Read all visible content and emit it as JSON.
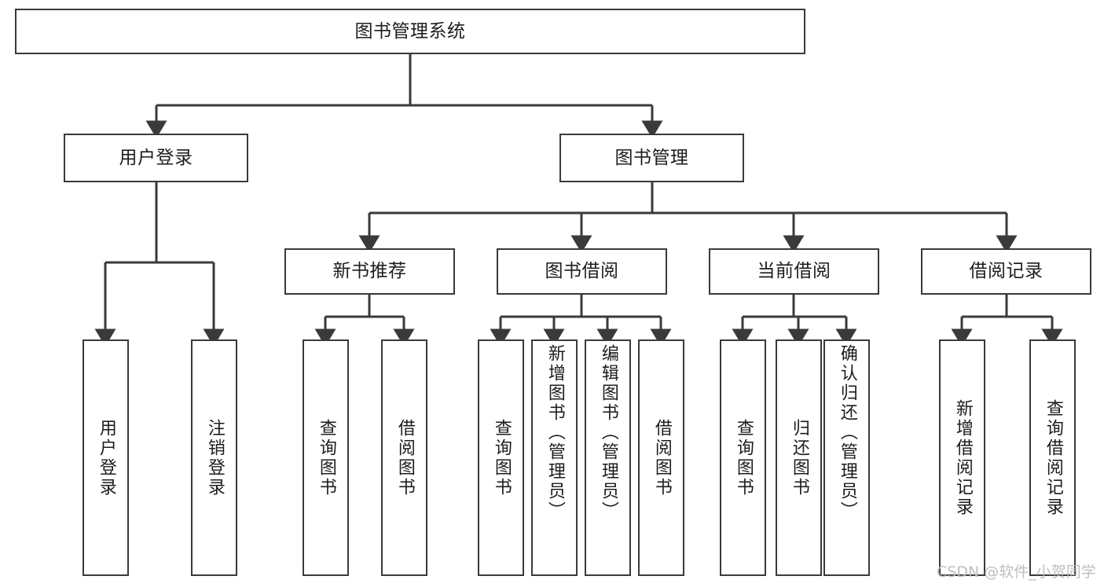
{
  "diagram": {
    "title": "图书管理系统",
    "type": "功能结构图",
    "line_color": "#3a3a3a",
    "box_fill": "#ffffff",
    "text_color": "#1d1d1d"
  },
  "root": {
    "label": "图书管理系统"
  },
  "branches": [
    {
      "label": "用户登录"
    },
    {
      "label": "图书管理"
    }
  ],
  "categories": [
    {
      "label": "新书推荐"
    },
    {
      "label": "图书借阅"
    },
    {
      "label": "当前借阅"
    },
    {
      "label": "借阅记录"
    }
  ],
  "leaves": {
    "user_login": [
      {
        "label": "用户登录"
      },
      {
        "label": "注销登录"
      }
    ],
    "new_book_recommend": [
      {
        "label": "查询图书"
      },
      {
        "label": "借阅图书"
      }
    ],
    "book_borrow": [
      {
        "label": "查询图书"
      },
      {
        "label": "新增图书（管理员）"
      },
      {
        "label": "编辑图书（管理员）"
      },
      {
        "label": "借阅图书"
      }
    ],
    "current_borrow": [
      {
        "label": "查询图书"
      },
      {
        "label": "归还图书"
      },
      {
        "label": "确认归还（管理员）"
      }
    ],
    "borrow_record": [
      {
        "label": "新增借阅记录"
      },
      {
        "label": "查询借阅记录"
      }
    ]
  },
  "watermark": {
    "text": "CSDN @软件_小贺同学"
  }
}
